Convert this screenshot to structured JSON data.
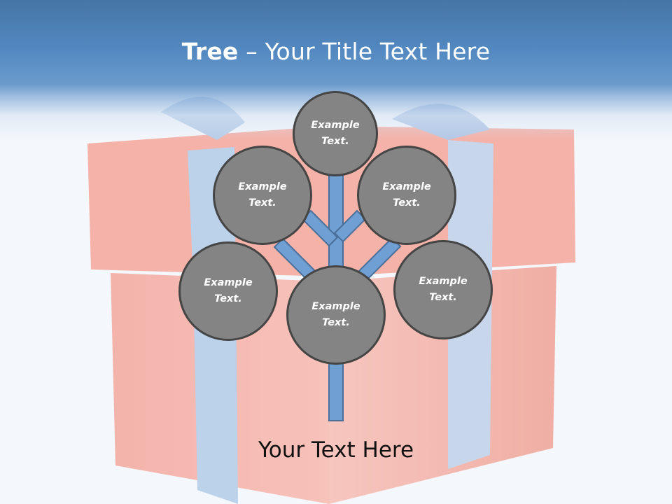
{
  "slide": {
    "title_bold": "Tree",
    "title_rest": " – Your Title Text Here",
    "caption": "Your Text Here"
  },
  "tree": {
    "nodes": [
      {
        "id": "top",
        "label": "Example\nText."
      },
      {
        "id": "upper-left",
        "label": "Example\nText."
      },
      {
        "id": "upper-right",
        "label": "Example\nText."
      },
      {
        "id": "lower-left",
        "label": "Example\nText."
      },
      {
        "id": "center",
        "label": "Example\nText."
      },
      {
        "id": "lower-right",
        "label": "Example\nText."
      }
    ]
  },
  "colors": {
    "header": "#5288c0",
    "node_fill": "#848484",
    "node_border": "#454545",
    "trunk": "#6f9fd3",
    "trunk_border": "#4a6f9a"
  }
}
